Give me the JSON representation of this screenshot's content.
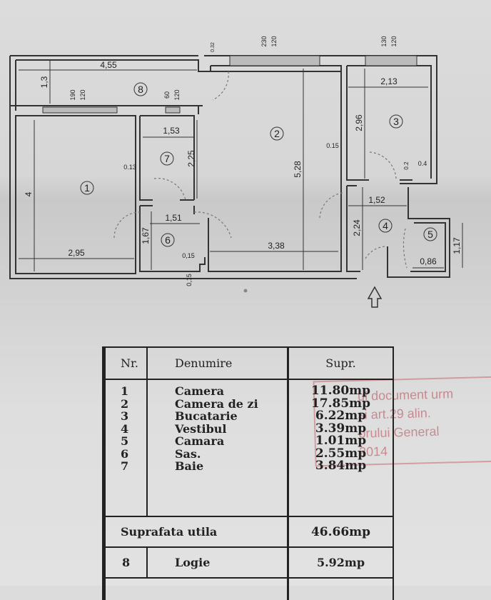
{
  "plan": {
    "rooms": [
      {
        "number": "1"
      },
      {
        "number": "2"
      },
      {
        "number": "3"
      },
      {
        "number": "4"
      },
      {
        "number": "5"
      },
      {
        "number": "6"
      },
      {
        "number": "7"
      },
      {
        "number": "8"
      }
    ],
    "dimensions": {
      "d455": "4,55",
      "d13": "1,3",
      "d4": "4",
      "d295": "2,95",
      "d153": "1,53",
      "d225": "2,25",
      "d013": "0.13",
      "d151": "1,51",
      "d167": "1,67",
      "d015a": "0,15",
      "d015b": "0,15",
      "d528": "5,28",
      "d338": "3,38",
      "d213": "2,13",
      "d296": "2,96",
      "d015c": "0.15",
      "d02": "0.2",
      "d04": "0.4",
      "d152": "1,52",
      "d224": "2,24",
      "d086": "0,86",
      "d117": "1,17",
      "d032": "0.32"
    },
    "windows": {
      "w1": [
        "190",
        "120"
      ],
      "w2": [
        "60",
        "120"
      ],
      "w3": [
        "230",
        "120"
      ],
      "w4": [
        "130",
        "120"
      ]
    }
  },
  "table": {
    "headers": {
      "nr": "Nr.",
      "name": "Denumire",
      "area": "Supr."
    },
    "rows": [
      {
        "nr": "1",
        "name": "Camera",
        "area": "11.80mp"
      },
      {
        "nr": "2",
        "name": "Camera de zi",
        "area": "17.85mp"
      },
      {
        "nr": "3",
        "name": "Bucatarie",
        "area": "6.22mp"
      },
      {
        "nr": "4",
        "name": "Vestibul",
        "area": "3.39mp"
      },
      {
        "nr": "5",
        "name": "Camara",
        "area": "1.01mp"
      },
      {
        "nr": "6",
        "name": "Sas.",
        "area": "2.55mp"
      },
      {
        "nr": "7",
        "name": "Baie",
        "area": "3.84mp"
      }
    ],
    "usable": {
      "label": "Suprafata utila",
      "area": "46.66mp"
    },
    "loggia": {
      "nr": "8",
      "name": "Logie",
      "area": "5.92mp"
    }
  },
  "stamp": {
    "lines": [
      "ul document urm",
      "si art.29 alin.",
      "orului General",
      "2014"
    ]
  }
}
